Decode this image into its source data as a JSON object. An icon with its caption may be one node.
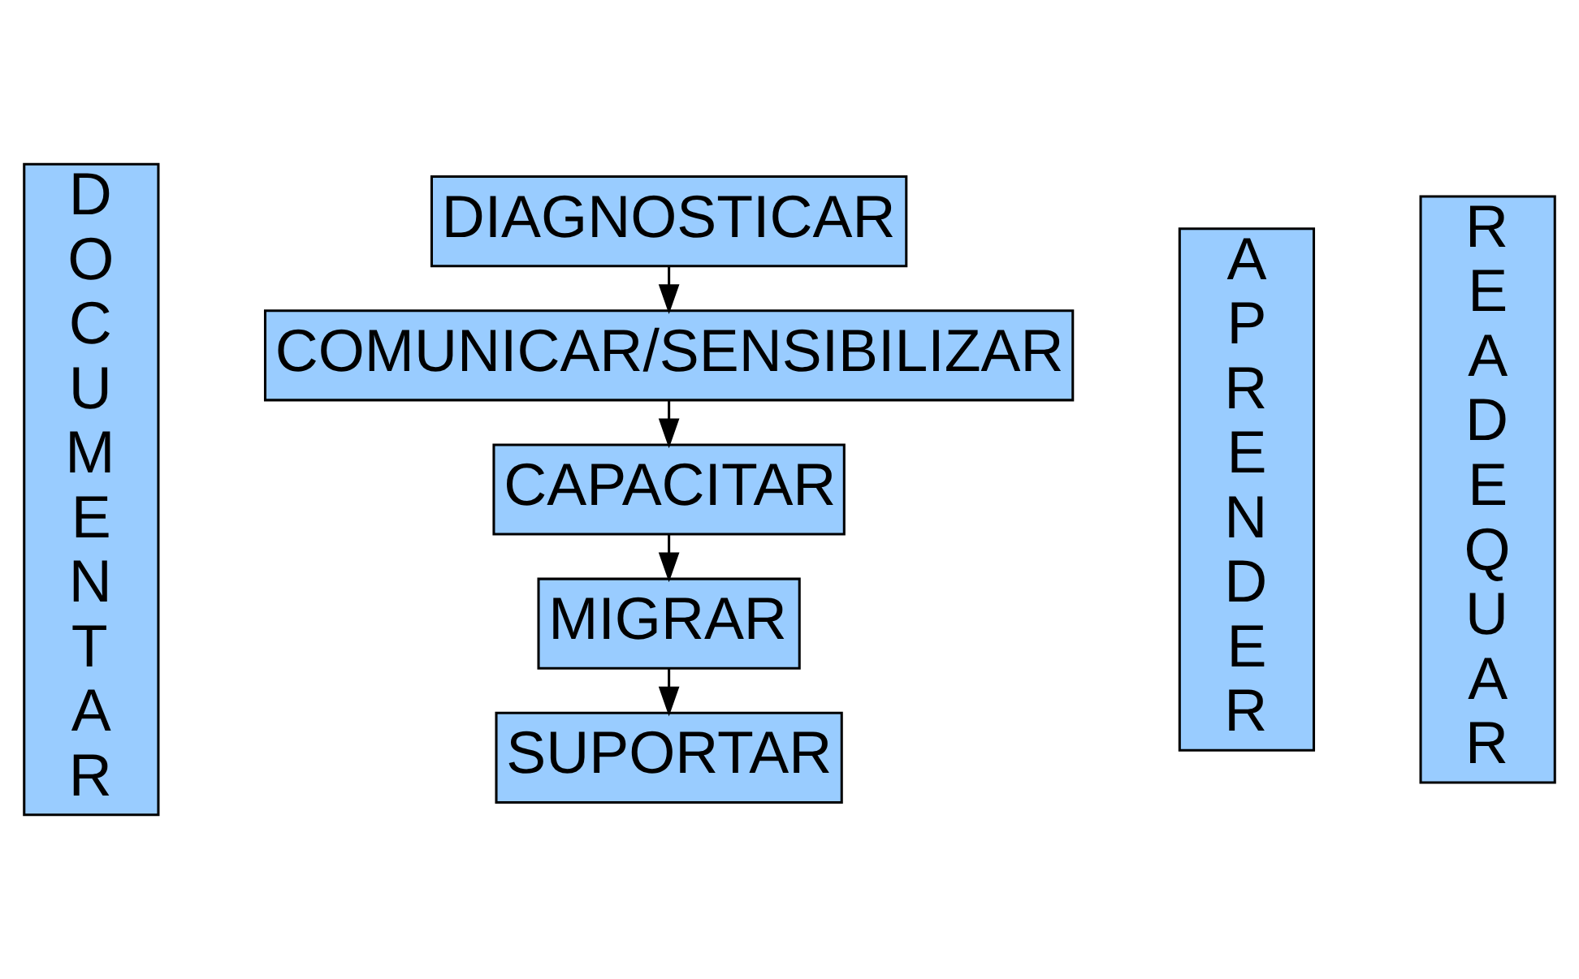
{
  "diagram": {
    "nodes": [
      {
        "text": [
          "DOCUMENTAR"
        ]
      },
      {
        "text": [
          "DIAGNOSTICAR"
        ]
      },
      {
        "text": [
          "COMUNICAR/SENSIBILIZAR"
        ]
      },
      {
        "text": [
          "CAPACITAR"
        ]
      },
      {
        "text": [
          "MIGRAR"
        ]
      },
      {
        "text": [
          "SUPORTAR"
        ]
      },
      {
        "text": [
          "APRENDER"
        ]
      },
      {
        "text": [
          "READEQUAR"
        ]
      }
    ],
    "edges": [
      {
        "from": 1,
        "to": 2,
        "arrow": "to"
      },
      {
        "from": 2,
        "to": 3,
        "arrow": "to"
      },
      {
        "from": 3,
        "to": 4,
        "arrow": "to"
      },
      {
        "from": 4,
        "to": 5,
        "arrow": "to"
      }
    ]
  }
}
